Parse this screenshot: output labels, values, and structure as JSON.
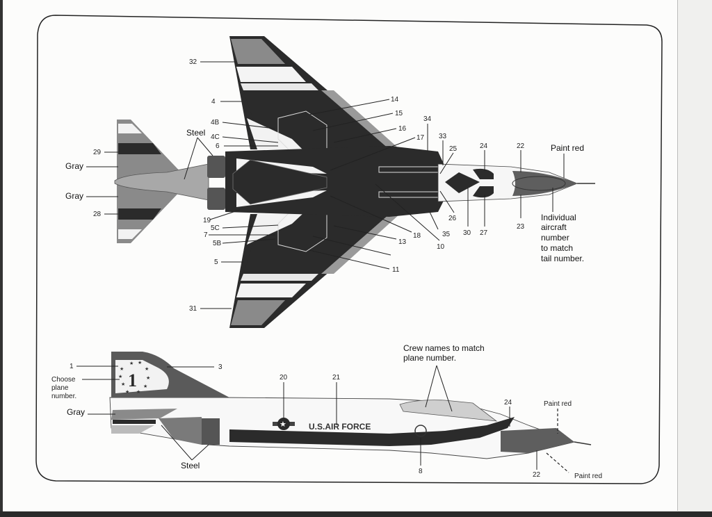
{
  "title": "F-4E Phantom II Thunderbirds decal placement guide",
  "colors": {
    "dark": "#2b2b2b",
    "gray": "#8a8a8a",
    "light_gray": "#c9c9c9",
    "paint_red_area": "#5e5e5e",
    "steel": "#6d6d6d",
    "paper": "#fcfcfb"
  },
  "top_view": {
    "callouts": {
      "c32": "32",
      "c4": "4",
      "c4b": "4B",
      "c4c": "4C",
      "c6": "6",
      "c29": "29",
      "c28": "28",
      "c19": "19",
      "c5c": "5C",
      "c7": "7",
      "c5b": "5B",
      "c5": "5",
      "c31": "31",
      "c14": "14",
      "c15": "15",
      "c16": "16",
      "c17": "17",
      "c34": "34",
      "c33": "33",
      "c25": "25",
      "c24": "24",
      "c22": "22",
      "c26": "26",
      "c30": "30",
      "c27": "27",
      "c23": "23",
      "c35": "35",
      "c10": "10",
      "c18": "18",
      "c13": "13",
      "c11": "11"
    },
    "notes": {
      "steel": "Steel",
      "gray_upper": "Gray",
      "gray_lower": "Gray",
      "paint_red": "Paint red",
      "individual_number": [
        "Individual",
        "aircraft",
        "number",
        "to match",
        "tail number."
      ]
    }
  },
  "side_view": {
    "callouts": {
      "c1": "1",
      "c3": "3",
      "c20": "20",
      "c21": "21",
      "c8": "8",
      "c24": "24",
      "c22": "22"
    },
    "notes": {
      "choose_number": [
        "Choose",
        "plane",
        "number."
      ],
      "gray": "Gray",
      "steel": "Steel",
      "crew_names": [
        "Crew names to match",
        "plane number."
      ],
      "paint_red_top": "Paint red",
      "paint_red_bottom": "Paint red"
    },
    "tail_number": "1",
    "fuselage_text": "U.S.AIR FORCE"
  }
}
